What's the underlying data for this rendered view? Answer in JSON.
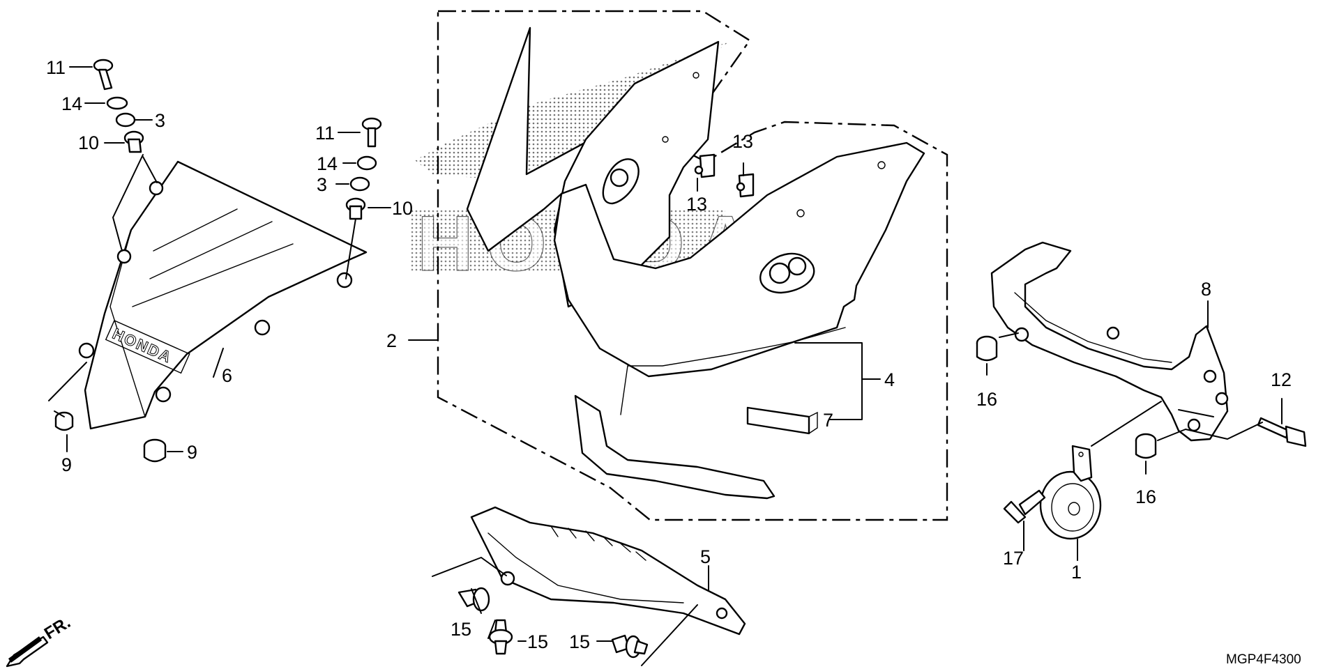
{
  "diagram": {
    "code": "MGP4F4300",
    "direction": "FR.",
    "watermark_brand": "HONDA",
    "windscreen_logo": "HONDA",
    "callouts": [
      {
        "id": "c11a",
        "label": "11"
      },
      {
        "id": "c14a",
        "label": "14"
      },
      {
        "id": "c3a",
        "label": "3"
      },
      {
        "id": "c10a",
        "label": "10"
      },
      {
        "id": "c6",
        "label": "6"
      },
      {
        "id": "c9a",
        "label": "9"
      },
      {
        "id": "c9b",
        "label": "9"
      },
      {
        "id": "c11b",
        "label": "11"
      },
      {
        "id": "c14b",
        "label": "14"
      },
      {
        "id": "c3b",
        "label": "3"
      },
      {
        "id": "c10b",
        "label": "10"
      },
      {
        "id": "c2",
        "label": "2"
      },
      {
        "id": "c13a",
        "label": "13"
      },
      {
        "id": "c13b",
        "label": "13"
      },
      {
        "id": "c4",
        "label": "4"
      },
      {
        "id": "c7",
        "label": "7"
      },
      {
        "id": "c5",
        "label": "5"
      },
      {
        "id": "c15a",
        "label": "15"
      },
      {
        "id": "c15b",
        "label": "15"
      },
      {
        "id": "c15c",
        "label": "15"
      },
      {
        "id": "c8",
        "label": "8"
      },
      {
        "id": "c16a",
        "label": "16"
      },
      {
        "id": "c16b",
        "label": "16"
      },
      {
        "id": "c12",
        "label": "12"
      },
      {
        "id": "c17",
        "label": "17"
      },
      {
        "id": "c1",
        "label": "1"
      }
    ]
  }
}
